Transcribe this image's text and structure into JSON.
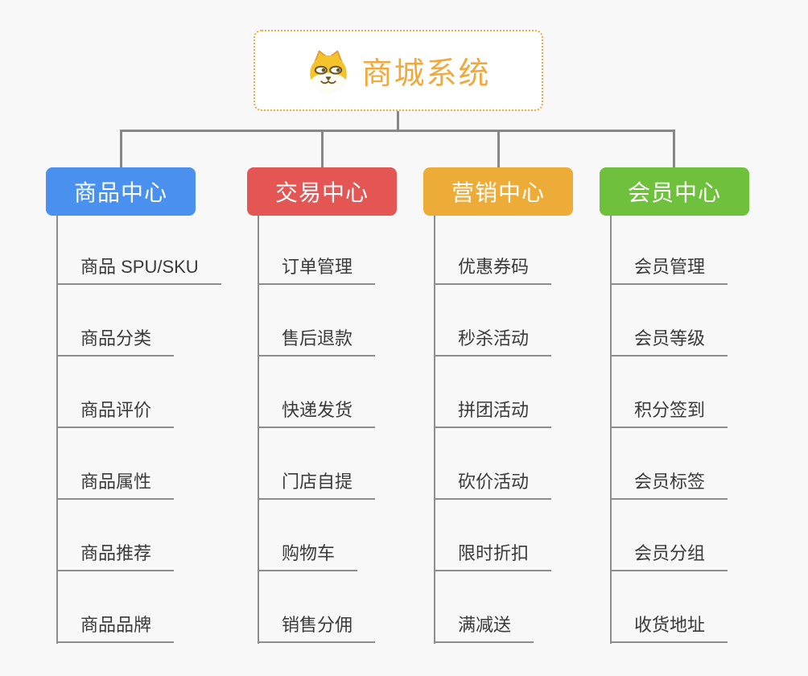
{
  "page": {
    "background": "#f8f8f8",
    "connector_color": "#878787",
    "leaf_line_color": "#8d8d8d",
    "leaf_text_color": "#3a3a3a"
  },
  "root": {
    "title": "商城系统",
    "icon": "doge-icon",
    "title_color": "#f0a93c",
    "border_color": "#f2a93e"
  },
  "branches": [
    {
      "label": "商品中心",
      "color": "#4a90ee",
      "children": [
        "商品 SPU/SKU",
        "商品分类",
        "商品评价",
        "商品属性",
        "商品推荐",
        "商品品牌"
      ]
    },
    {
      "label": "交易中心",
      "color": "#e35653",
      "children": [
        "订单管理",
        "售后退款",
        "快递发货",
        "门店自提",
        "购物车",
        "销售分佣"
      ]
    },
    {
      "label": "营销中心",
      "color": "#edac38",
      "children": [
        "优惠券码",
        "秒杀活动",
        "拼团活动",
        "砍价活动",
        "限时折扣",
        "满减送"
      ]
    },
    {
      "label": "会员中心",
      "color": "#6fc03c",
      "children": [
        "会员管理",
        "会员等级",
        "积分签到",
        "会员标签",
        "会员分组",
        "收货地址"
      ]
    }
  ]
}
